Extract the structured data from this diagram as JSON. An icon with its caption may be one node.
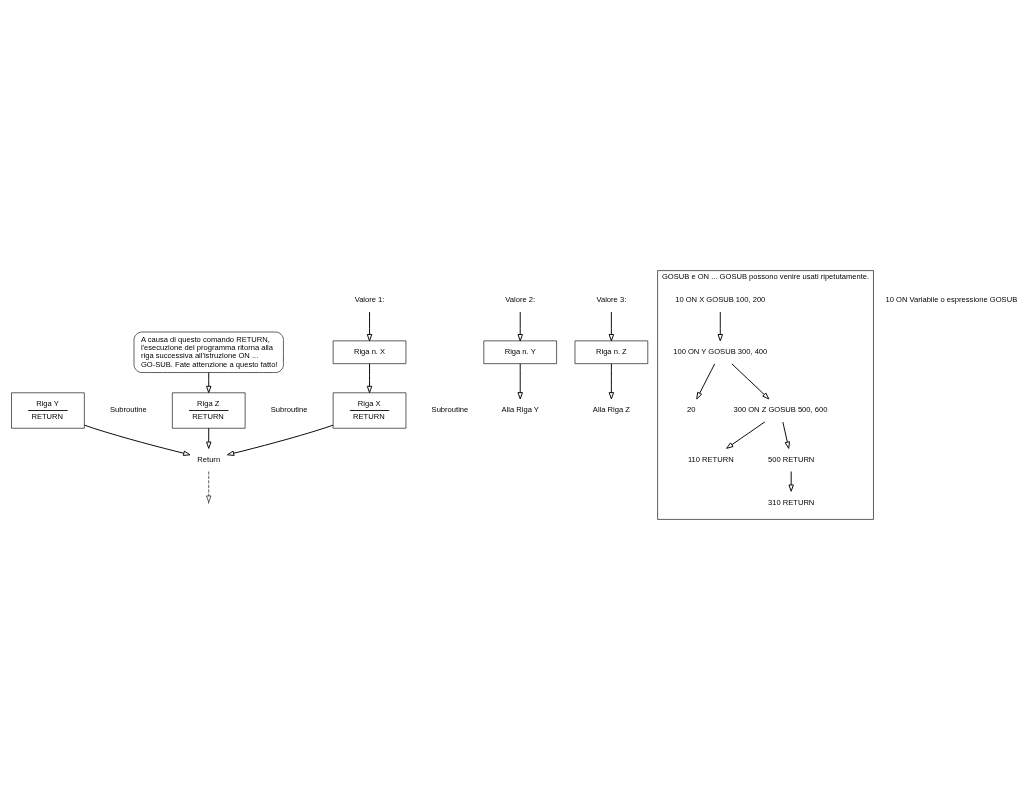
{
  "diagram": {
    "nodes": [
      {
        "text": [
          "Riga n. X"
        ]
      },
      {
        "text": [
          "Riga n. Y"
        ]
      },
      {
        "text": [
          "Riga n. Z"
        ]
      },
      {
        "text": [
          "Valore 1:"
        ]
      },
      {
        "text": [
          "Valore 2:"
        ]
      },
      {
        "text": [
          "Valore 3:"
        ]
      },
      {
        "text": [
          "Riga X",
          "RETURN"
        ],
        "beside": [
          "Subroutine"
        ]
      },
      {
        "text": [
          "Riga Y",
          "RETURN"
        ],
        "beside": [
          "Subroutine"
        ]
      },
      {
        "text": [
          "Riga Z",
          "RETURN"
        ],
        "beside": [
          "Subroutine"
        ]
      },
      {
        "text": [
          "Alla Riga Y"
        ]
      },
      {
        "text": [
          "Alla Riga Z"
        ]
      },
      {
        "text": [
          "Return"
        ]
      },
      {
        "text": [
          "A causa di questo comando RETURN, l'esecuzione del programma ritorna alla riga successiva all'istruzione ON ... GO-SUB. Fate attenzione a questo fatto!"
        ]
      },
      {
        "text": [
          "GOSUB e ON ... GOSUB possono venire usati ripetutamente."
        ]
      },
      {
        "text": [
          "10 ON X GOSUB 100, 200"
        ],
        "in": 13
      },
      {
        "text": [
          "20"
        ],
        "in": 13
      },
      {
        "text": [
          "100 ON Y GOSUB 300, 400"
        ],
        "in": 13
      },
      {
        "text": [
          "110 RETURN"
        ],
        "in": 13
      },
      {
        "text": [
          "300 ON Z GOSUB 500, 600"
        ],
        "in": 13
      },
      {
        "text": [
          "310 RETURN"
        ],
        "in": 13
      },
      {
        "text": [
          "500 RETURN"
        ],
        "in": 13
      }
    ],
    "edges": [
      {
        "from": 3,
        "to": 0,
        "arrow": "to"
      },
      {
        "from": 4,
        "to": 1,
        "arrow": "to"
      },
      {
        "from": 5,
        "to": 2,
        "arrow": "to"
      },
      {
        "from": 0,
        "to": 6,
        "arrow": "to"
      },
      {
        "from": 1,
        "to": 9,
        "arrow": "to"
      },
      {
        "from": 2,
        "to": 10,
        "arrow": "to"
      },
      {
        "from": 6,
        "to": 11,
        "arrow": "to"
      },
      {
        "from": 7,
        "to": 11,
        "arrow": "to"
      },
      {
        "from": 8,
        "to": 11,
        "arrow": "to"
      },
      {
        "from": 12,
        "to": 8,
        "arrow": "to"
      },
      {
        "from": 11,
        "to": null,
        "arrow": "to",
        "style": "dashed"
      },
      {
        "from": 14,
        "to": 16,
        "arrow": "to"
      },
      {
        "from": 16,
        "to": 15,
        "arrow": "to"
      },
      {
        "from": 16,
        "to": 18,
        "arrow": "to"
      },
      {
        "from": 18,
        "to": 17,
        "arrow": "to"
      },
      {
        "from": 18,
        "to": 20,
        "arrow": "to"
      },
      {
        "from": 20,
        "to": 19,
        "arrow": "to"
      }
    ],
    "labels": [
      "10 ON Variabile o espressione GOSUB"
    ]
  }
}
